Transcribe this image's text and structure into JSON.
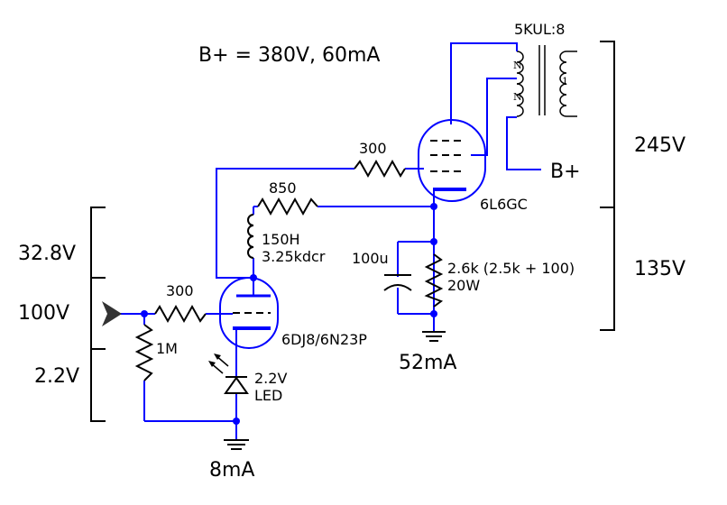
{
  "labels": {
    "bplus_spec": "B+ = 380V, 60mA",
    "transformer": "5KUL:8",
    "turns_n1": "N",
    "turns_n2": "N",
    "turns_secondary": "1",
    "bplus": "B+",
    "v_output_side": "245V",
    "v_cathode_side": "135V",
    "r_grid_output": "300",
    "r_feedback": "850",
    "output_tube": "6L6GC",
    "choke": "150H",
    "choke_dcr": "3.25kdcr",
    "cap": "100u",
    "r_cathode": "2.6k (2.5k + 100)",
    "r_cathode_power": "20W",
    "current_output": "52mA",
    "v_driver_plate": "32.8V",
    "v_driver_k": "100V",
    "v_driver_bias": "2.2V",
    "r_grid_input": "300",
    "r_input": "1M",
    "driver_tube": "6DJ8/6N23P",
    "led_v": "2.2V",
    "led": "LED",
    "current_input": "8mA"
  },
  "colors": {
    "wire": "#0000ff",
    "component": "#000000",
    "background": "#ffffff"
  }
}
